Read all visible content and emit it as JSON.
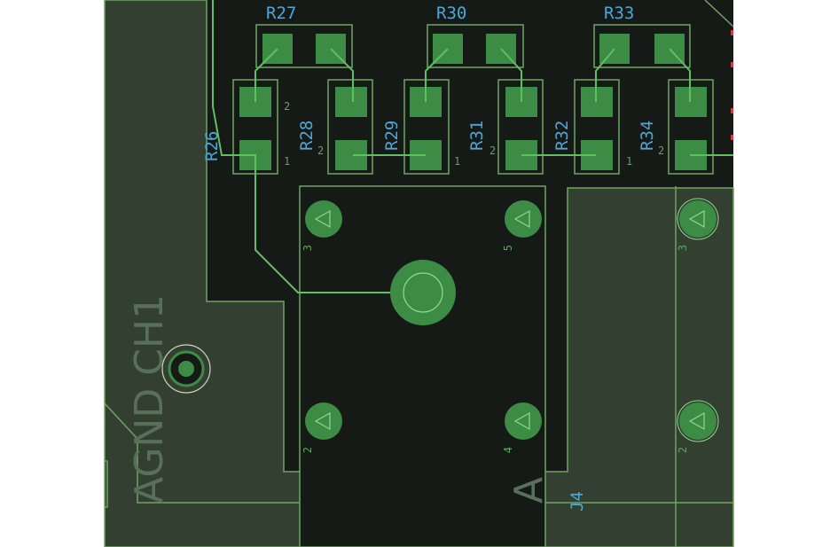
{
  "colors": {
    "background": "#161a16",
    "copper_pour": "#334031",
    "outline": "#6ea463",
    "pad": "#3d8c45",
    "pad_highlight": "#63b563",
    "trace": "#5fc05f",
    "ref_text": "#4aa8d8",
    "silk_text": "#58705a",
    "page_margin": "#ffffff"
  },
  "resistors": {
    "horizontal": [
      {
        "ref": "R27"
      },
      {
        "ref": "R30"
      },
      {
        "ref": "R33"
      }
    ],
    "vertical": [
      {
        "ref": "R26"
      },
      {
        "ref": "R28"
      },
      {
        "ref": "R29"
      },
      {
        "ref": "R31"
      },
      {
        "ref": "R32"
      },
      {
        "ref": "R34"
      }
    ]
  },
  "connector": {
    "ref": "J4",
    "pins": [
      "3",
      "5",
      "2",
      "4"
    ],
    "right_pins": [
      "3",
      "2"
    ]
  },
  "silkscreen": {
    "net_label": "AGND CH1",
    "marker": "A"
  },
  "pad_small_numbers": [
    "1",
    "2"
  ]
}
